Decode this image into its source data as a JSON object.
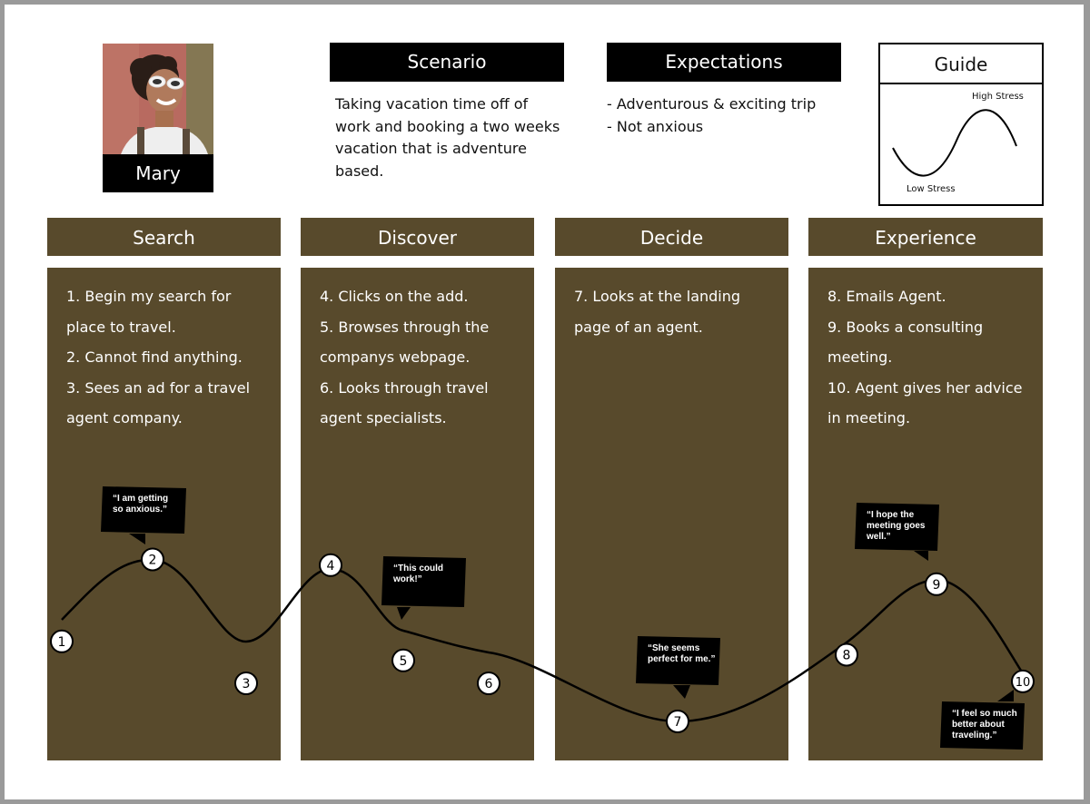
{
  "persona": {
    "name": "Mary",
    "photo": "smiling woman with curly hair and white sunglasses"
  },
  "scenario": {
    "heading": "Scenario",
    "text": "Taking vacation time off of work and booking a two weeks vacation that is adventure based."
  },
  "expectations": {
    "heading": "Expectations",
    "items": [
      "- Adventurous & exciting trip",
      "- Not anxious"
    ]
  },
  "guide": {
    "heading": "Guide",
    "high_label": "High Stress",
    "low_label": "Low Stress"
  },
  "stages": [
    {
      "name": "Search",
      "steps": [
        "1. Begin my search for place to travel.",
        "2. Cannot find anything.",
        "3. Sees an ad for a travel agent company."
      ]
    },
    {
      "name": "Discover",
      "steps": [
        "4. Clicks on the add.",
        "5. Browses through the companys webpage.",
        "6. Looks through travel agent specialists."
      ]
    },
    {
      "name": "Decide",
      "steps": [
        "7. Looks at the landing page of an agent."
      ]
    },
    {
      "name": "Experience",
      "steps": [
        "8. Emails Agent.",
        "9. Books a consulting meeting.",
        "10. Agent gives her advice in meeting."
      ]
    }
  ],
  "journey_points": [
    {
      "label": "1",
      "stress": 0.42
    },
    {
      "label": "2",
      "stress": 0.85
    },
    {
      "label": "3",
      "stress": 0.2
    },
    {
      "label": "4",
      "stress": 0.82
    },
    {
      "label": "5",
      "stress": 0.32
    },
    {
      "label": "6",
      "stress": 0.2
    },
    {
      "label": "7",
      "stress": 0.0
    },
    {
      "label": "8",
      "stress": 0.35
    },
    {
      "label": "9",
      "stress": 0.72
    },
    {
      "label": "10",
      "stress": 0.21
    }
  ],
  "quotes": [
    {
      "point": "2",
      "lines": [
        "“I am getting",
        "so anxious.”"
      ]
    },
    {
      "point": "5",
      "lines": [
        "“This could",
        "work!”"
      ]
    },
    {
      "point": "7",
      "lines": [
        "“She seems",
        "perfect for me.”"
      ]
    },
    {
      "point": "9",
      "lines": [
        "“I hope the",
        "meeting goes",
        "well.”"
      ]
    },
    {
      "point": "10",
      "lines": [
        "“I feel so much",
        "better about",
        "traveling.”"
      ]
    }
  ],
  "colors": {
    "stage_bg": "#584a2c",
    "bubble": "#000000",
    "text_light": "#ffffff"
  }
}
